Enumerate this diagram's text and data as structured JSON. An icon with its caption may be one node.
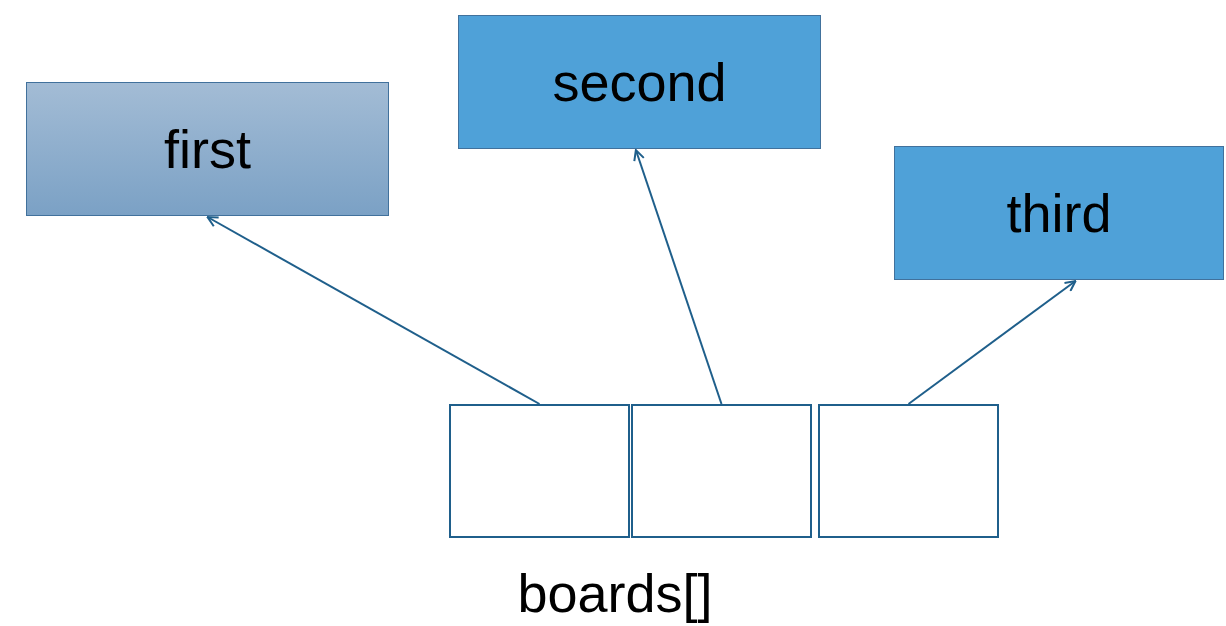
{
  "diagram": {
    "nodes": [
      {
        "text": [
          "first"
        ]
      },
      {
        "text": [
          "second"
        ]
      },
      {
        "text": [
          "third"
        ]
      },
      {
        "text": [],
        "shape": "box"
      },
      {
        "text": [],
        "shape": "box"
      },
      {
        "text": [],
        "shape": "box"
      }
    ],
    "edges": [
      {
        "from": 3,
        "to": 0,
        "arrow": "to"
      },
      {
        "from": 4,
        "to": 1,
        "arrow": "to"
      },
      {
        "from": 5,
        "to": 2,
        "arrow": "to"
      }
    ],
    "labels": [
      "boards[]"
    ]
  }
}
